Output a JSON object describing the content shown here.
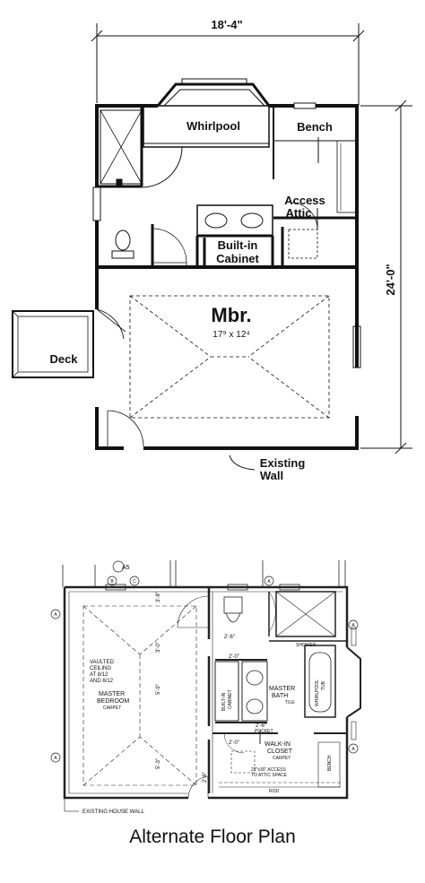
{
  "plan1": {
    "width_dim": "18'-4\"",
    "depth_dim": "24'-0\"",
    "rooms": {
      "whirlpool": "Whirlpool",
      "bench": "Bench",
      "access": "Access",
      "attic": "Attic",
      "builtin": "Built-in",
      "cabinet": "Cabinet",
      "mbr": "Mbr.",
      "mbr_size": "17⁹ x 12⁴",
      "deck": "Deck"
    },
    "existing": "Existing",
    "wall": "Wall"
  },
  "plan2": {
    "labels": {
      "a5": "A5",
      "shower": "SHOWER",
      "dim_3_8": "3'-8\"",
      "dim_2_6a": "2'-6\"",
      "dim_3_0": "3'-0\"",
      "dim_2_0a": "2'-0\"",
      "dim_5_9": "5'-9\"",
      "dim_2_6_pocket": "2'-6\"",
      "pocket": "POCKET",
      "dim_2_0b": "2'-0\"",
      "dim_5_3": "5'-3\"",
      "dim_2_6b": "2'-6\"",
      "vaulted1": "VAULTED",
      "vaulted2": "CEILING",
      "vaulted3": "AT 8/12",
      "vaulted4": "AND 6/12",
      "master": "MASTER",
      "bedroom": "BEDROOM",
      "carpet1": "CARPET",
      "builtin": "BUILT-IN",
      "cabinet": "CABINET",
      "master_bath1": "MASTER",
      "master_bath2": "BATH",
      "tile": "TILE",
      "whirlpool1": "WHIRLPOOL",
      "whirlpool2": "TUB",
      "walkin1": "WALK-IN",
      "walkin2": "CLOSET",
      "carpet2": "CARPET",
      "access1": "22\"x30\" ACCESS",
      "access2": "TO ATTIC SPACE",
      "bench": "BENCH",
      "rod": "ROD",
      "existing_house_wall": "EXISTING HOUSE WALL",
      "marker_a": "A",
      "marker_b": "B",
      "marker_c": "C"
    }
  },
  "caption": "Alternate Floor Plan"
}
